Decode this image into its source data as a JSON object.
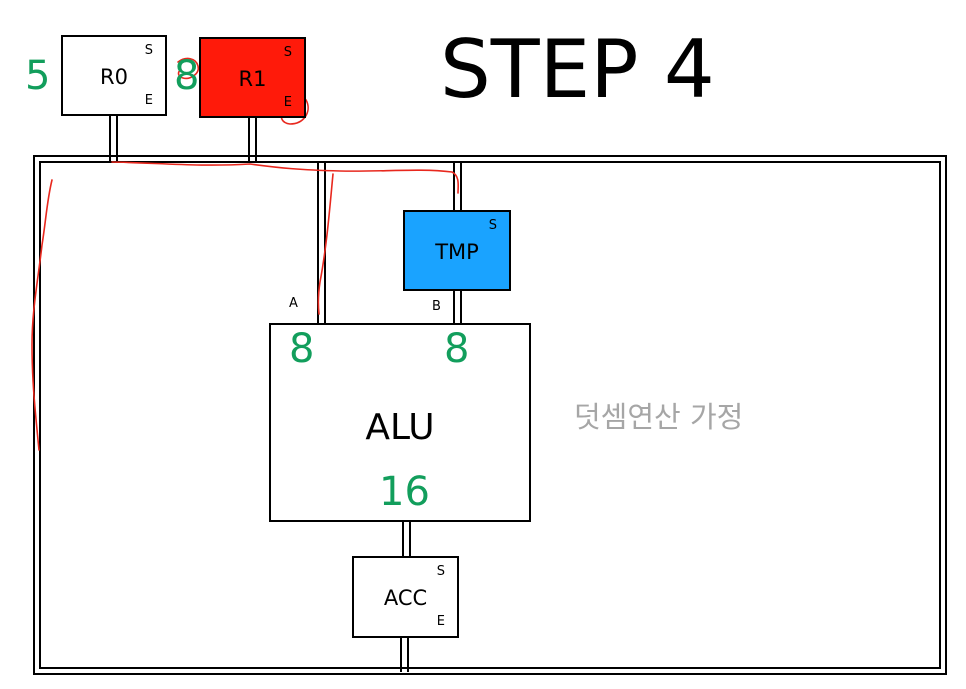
{
  "title": "STEP 4",
  "registers": {
    "r0": {
      "label": "R0",
      "s": "S",
      "e": "E",
      "value": "5"
    },
    "r1": {
      "label": "R1",
      "s": "S",
      "e": "E",
      "value": "8",
      "fill": "#ff1a0a"
    }
  },
  "tmp": {
    "label": "TMP",
    "s": "S",
    "fill": "#1aa3ff"
  },
  "alu": {
    "label": "ALU",
    "port_a": "A",
    "port_b": "B",
    "value_a": "8",
    "value_b": "8",
    "result": "16"
  },
  "acc": {
    "label": "ACC",
    "s": "S",
    "e": "E"
  },
  "note": "덧셈연산 가정",
  "colors": {
    "value_green": "#129e5c",
    "annotation_red": "#e8281e",
    "note_gray": "#a6a6a6"
  }
}
